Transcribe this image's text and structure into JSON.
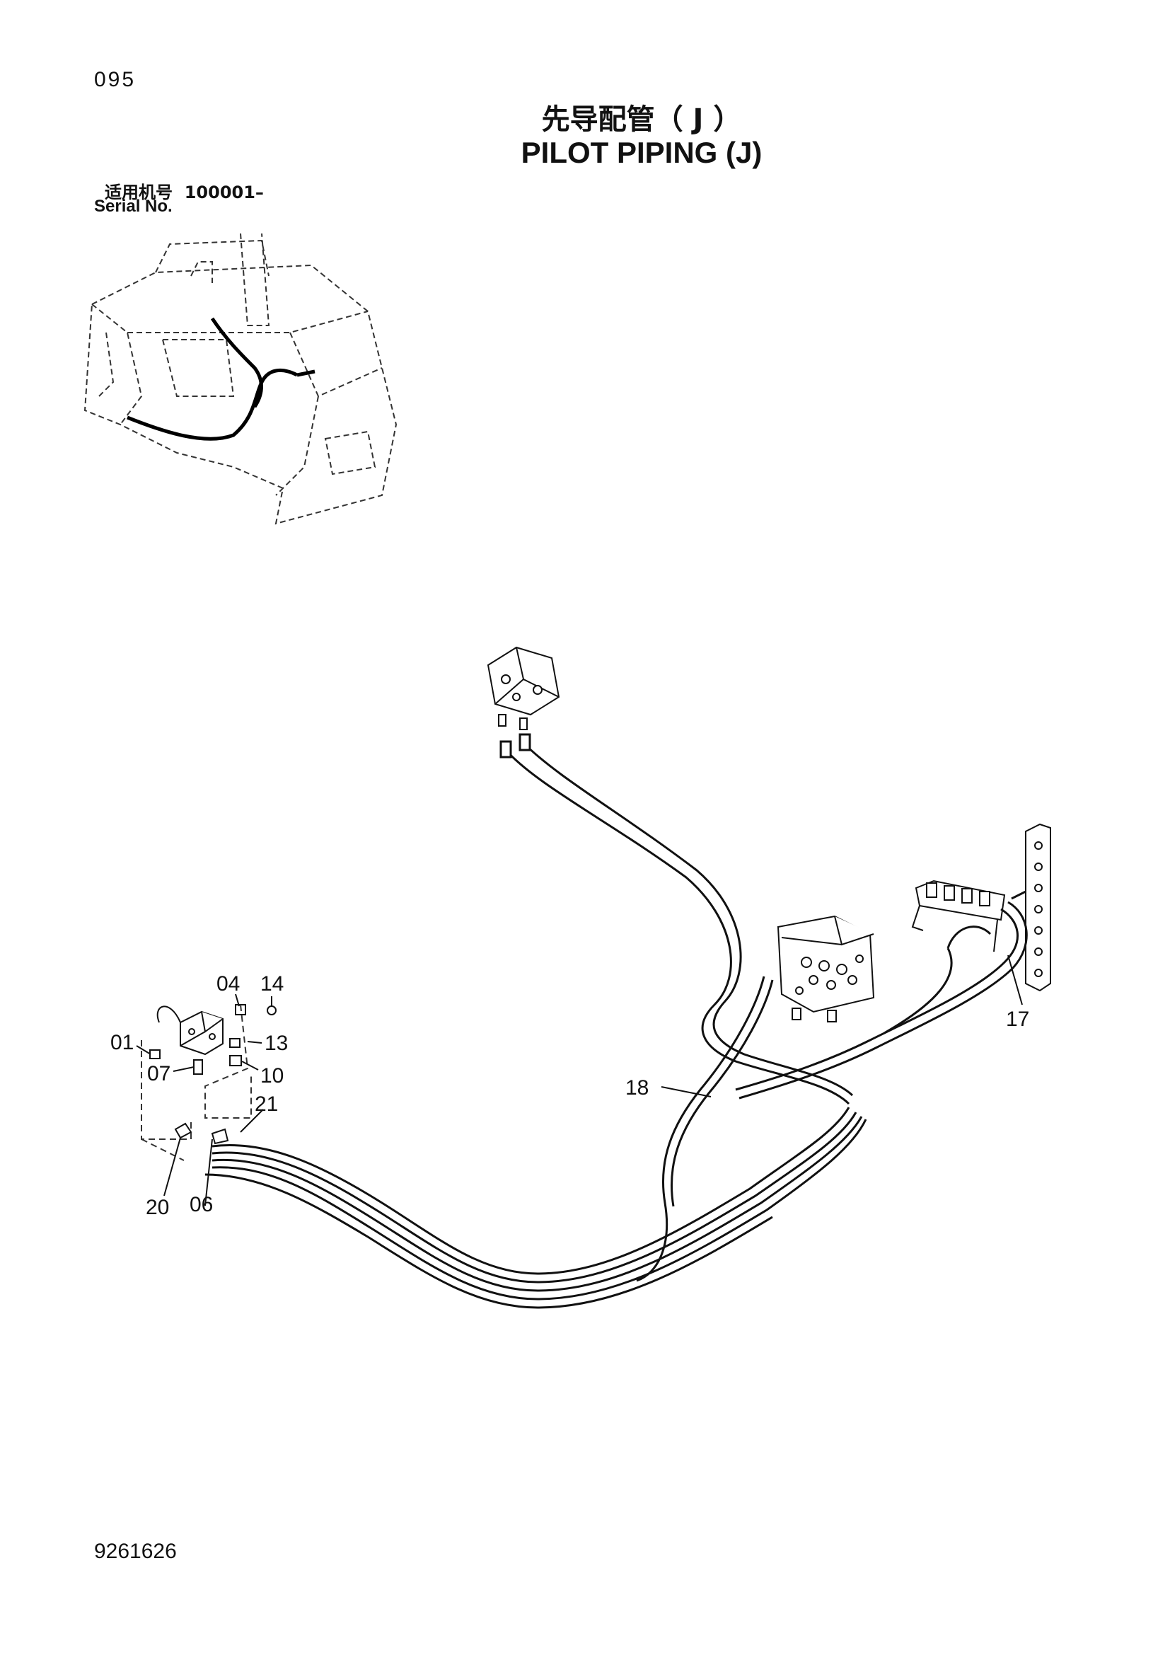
{
  "page_number": "095",
  "title_cn": "先导配管（ J ）",
  "title_en": "PILOT PIPING (J)",
  "serial": {
    "label_cn": "适用机号",
    "value": "100001–",
    "label_en": "Serial No."
  },
  "callouts": {
    "c01": "01",
    "c04": "04",
    "c06": "06",
    "c07": "07",
    "c10": "10",
    "c13": "13",
    "c14": "14",
    "c17": "17",
    "c18": "18",
    "c20": "20",
    "c21": "21"
  },
  "doc_number": "9261626"
}
